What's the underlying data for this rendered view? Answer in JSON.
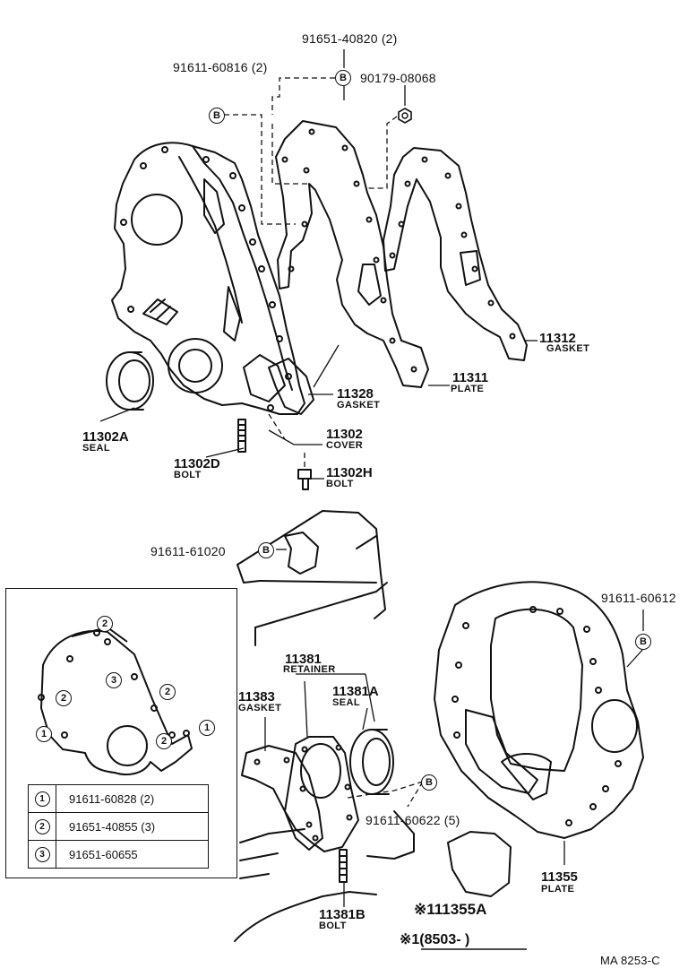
{
  "diagram": {
    "catalog_ref": "MA  8253-C"
  },
  "upper_group": {
    "labels": [
      {
        "id": "91651-40820",
        "text": "91651-40820 (2)"
      },
      {
        "id": "91611-60816",
        "text": "91611-60816 (2)"
      },
      {
        "id": "90179-08068",
        "text": "90179-08068"
      },
      {
        "id": "11312",
        "text": "11312",
        "desc": "GASKET"
      },
      {
        "id": "11311",
        "text": "11311",
        "desc": "PLATE"
      },
      {
        "id": "11328",
        "text": "11328",
        "desc": "GASKET"
      },
      {
        "id": "11302",
        "text": "11302",
        "desc": "COVER"
      },
      {
        "id": "11302A",
        "text": "11302A",
        "desc": "SEAL"
      },
      {
        "id": "11302D",
        "text": "11302D",
        "desc": "BOLT"
      },
      {
        "id": "11302H",
        "text": "11302H",
        "desc": "BOLT"
      }
    ],
    "bolt_marker": "B"
  },
  "lower_group": {
    "labels": [
      {
        "id": "91611-61020",
        "text": "91611-61020"
      },
      {
        "id": "91611-60612",
        "text": "91611-60612"
      },
      {
        "id": "11381",
        "text": "11381",
        "desc": "RETAINER"
      },
      {
        "id": "11381A",
        "text": "11381A",
        "desc": "SEAL"
      },
      {
        "id": "11383",
        "text": "11383",
        "desc": "GASKET"
      },
      {
        "id": "91611-60622",
        "text": "91611-60622 (5)"
      },
      {
        "id": "11355",
        "text": "11355",
        "desc": "PLATE"
      },
      {
        "id": "11381B",
        "text": "11381B",
        "desc": "BOLT"
      },
      {
        "id": "11355A",
        "text": "※111355A"
      }
    ],
    "footnote": "※1(8503-      )"
  },
  "inset": {
    "callouts": [
      "2",
      "2",
      "3",
      "2",
      "2",
      "1",
      "1"
    ],
    "table": [
      {
        "num": "1",
        "part": "91611-60828 (2)"
      },
      {
        "num": "2",
        "part": "91651-40855 (3)"
      },
      {
        "num": "3",
        "part": "91651-60655"
      }
    ]
  }
}
